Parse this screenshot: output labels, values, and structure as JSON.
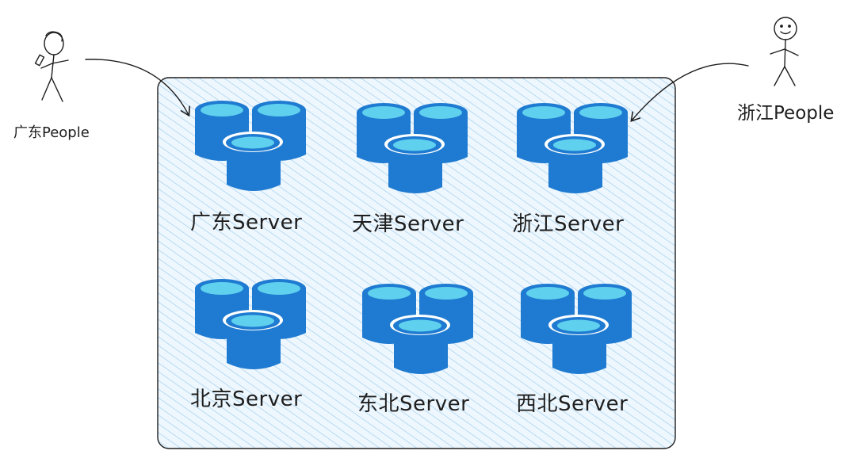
{
  "people": [
    {
      "id": "guangdong",
      "label": "广东People"
    },
    {
      "id": "zhejiang",
      "label": "浙江People"
    }
  ],
  "servers": [
    {
      "id": "guangdong",
      "label": "广东Server"
    },
    {
      "id": "tianjin",
      "label": "天津Server"
    },
    {
      "id": "zhejiang",
      "label": "浙江Server"
    },
    {
      "id": "beijing",
      "label": "北京Server"
    },
    {
      "id": "dongbei",
      "label": "东北Server"
    },
    {
      "id": "xibei",
      "label": "西北Server"
    }
  ],
  "connections": [
    {
      "from": "people.guangdong",
      "to": "servers.guangdong"
    },
    {
      "from": "people.zhejiang",
      "to": "servers.zhejiang"
    }
  ],
  "colors": {
    "db_body": "#1f7bd1",
    "db_top": "#5fd0ee",
    "hatch": "#a9d3f2",
    "frame_fill": "#eef7fd",
    "stroke": "#1e1e1e"
  }
}
